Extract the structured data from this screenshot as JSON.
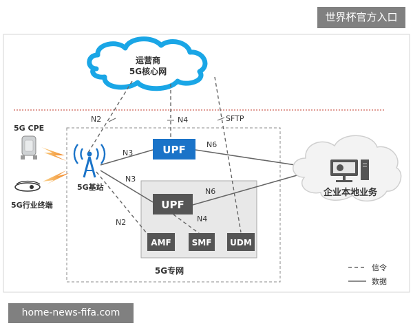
{
  "overlay": {
    "top_watermark": "世界杯官方入口",
    "bottom_watermark": "home-news-fifa.com"
  },
  "operator_cloud": {
    "line1": "运营商",
    "line2": "5G核心网"
  },
  "interfaces": {
    "n2": "N2",
    "n4": "N4",
    "sftp": "SFTP",
    "n3": "N3",
    "n6": "N6"
  },
  "devices": {
    "cpe": "5G CPE",
    "terminal": "5G行业终端",
    "base_station": "5G基站"
  },
  "nodes": {
    "upf": "UPF",
    "amf": "AMF",
    "smf": "SMF",
    "udm": "UDM"
  },
  "enterprise": "企业本地业务",
  "private_network": "5G专网",
  "legend": {
    "signaling": "信令",
    "data": "数据"
  },
  "colors": {
    "cloud_blue": "#1aa6e6",
    "upf_blue": "#1a73c8",
    "dark_gray": "#555555",
    "red_line": "#c0392b"
  }
}
